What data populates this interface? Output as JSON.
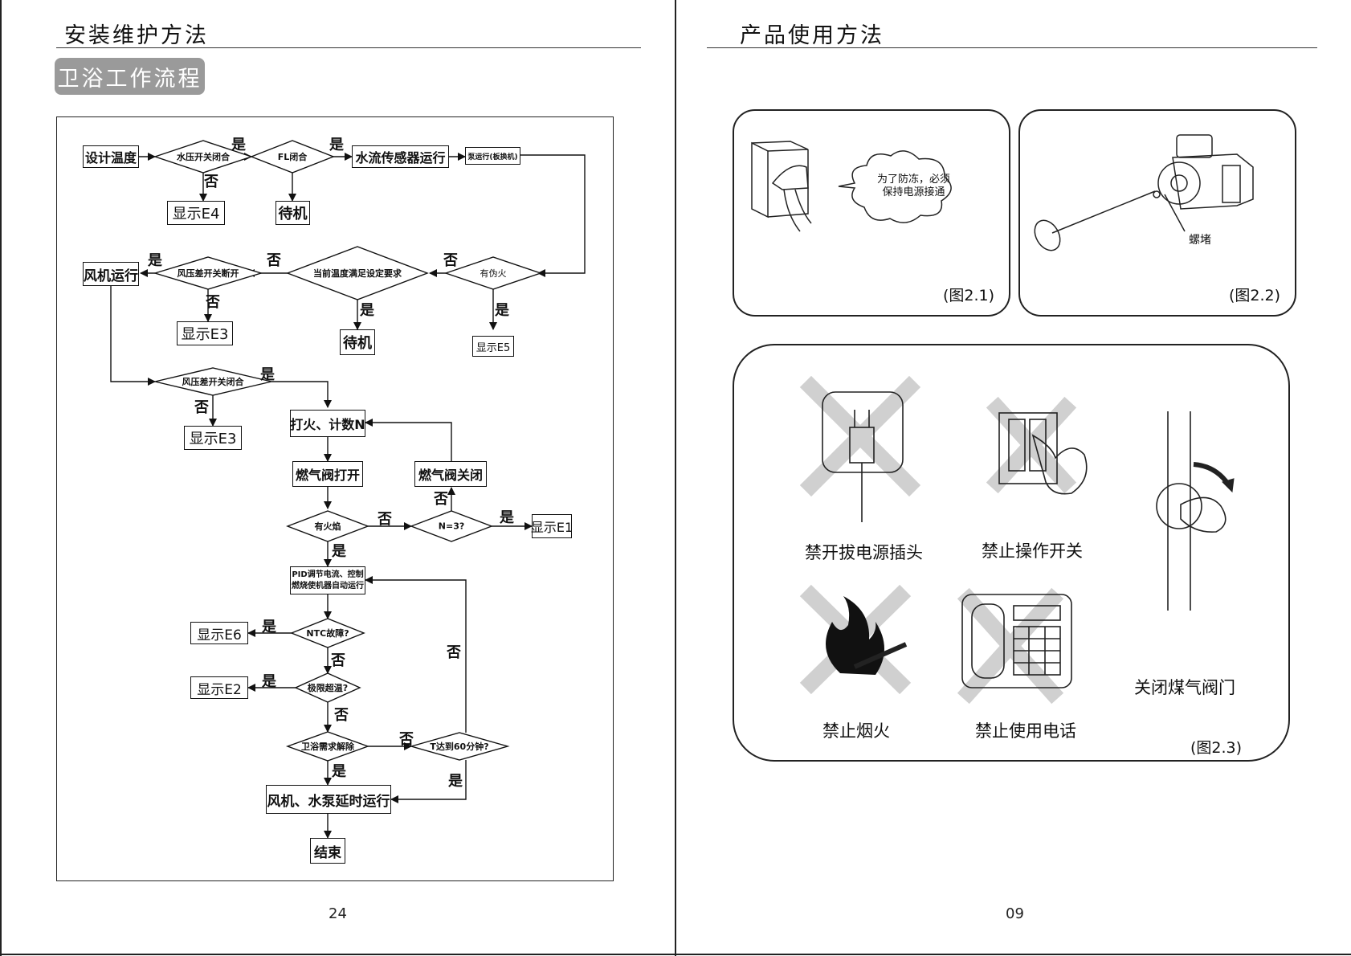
{
  "left_page": {
    "header": "安装维护方法",
    "section_badge": "卫浴工作流程",
    "page_number": "24",
    "flowchart": {
      "set_temp": "设计温度",
      "water_pressure_switch": "水压开关闭合",
      "fl_closed": "FL闭合",
      "flow_sensor_run": "水流传感器运行",
      "pump_run": "泵运行(板换机)",
      "show_e4": "显示E4",
      "standby1": "待机",
      "has_false_fire": "有伪火",
      "temp_meets": "当前温度满足设定要求",
      "air_diff_open": "风压差开关断开",
      "fan_run": "风机运行",
      "show_e3_a": "显示E3",
      "standby2": "待机",
      "show_e5": "显示E5",
      "air_diff_closed": "风压差开关闭合",
      "show_e3_b": "显示E3",
      "ignite": "打火、计数N",
      "gas_open": "燃气阀打开",
      "gas_close": "燃气阀关闭",
      "has_flame": "有火焰",
      "n_eq_3": "N=3?",
      "show_e1": "显示E1",
      "pid_line1": "PID调节电流、控制",
      "pid_line2": "燃烧使机器自动运行",
      "ntc_fault": "NTC故障?",
      "show_e6": "显示E6",
      "over_temp": "极限超温?",
      "show_e2": "显示E2",
      "demand_release": "卫浴需求解除",
      "t_60": "T达到60分钟?",
      "delay_run": "风机、水泵延时运行",
      "end": "结束",
      "yes": "是",
      "no": "否"
    }
  },
  "right_page": {
    "header": "产品使用方法",
    "page_number": "09",
    "fig1": {
      "bubble_line1": "为了防冻，必须",
      "bubble_line2": "保持电源接通",
      "ref": "(图2.1)"
    },
    "fig2": {
      "label": "螺堵",
      "ref": "(图2.2)"
    },
    "fig3": {
      "no_unplug": "禁开拔电源插头",
      "no_switch": "禁止操作开关",
      "close_gas": "关闭煤气阀门",
      "no_fire": "禁止烟火",
      "no_phone": "禁止使用电话",
      "ref": "(图2.3)"
    }
  }
}
